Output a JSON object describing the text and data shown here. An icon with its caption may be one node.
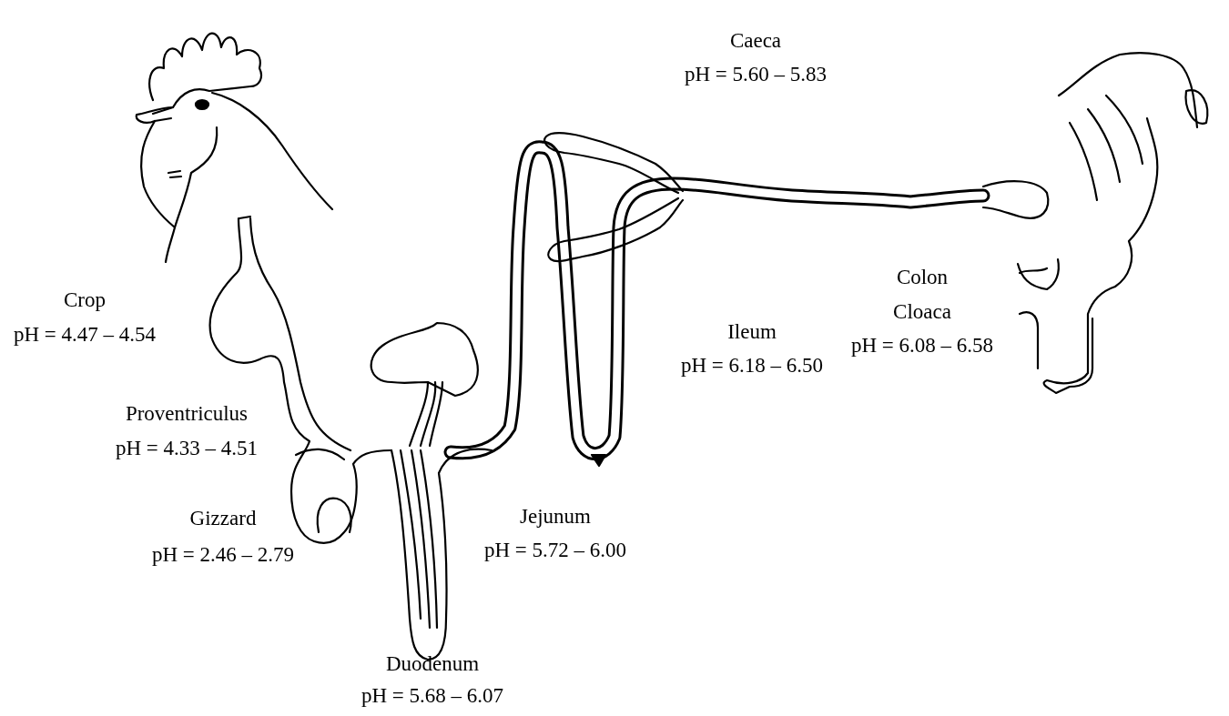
{
  "diagram": {
    "labels": [
      "Caeca",
      "pH = 5.60 – 5.83",
      "Crop",
      "pH = 4.47 – 4.54",
      "Colon",
      "Cloaca",
      "pH = 6.08 – 6.58",
      "Ileum",
      "pH = 6.18 – 6.50",
      "Proventriculus",
      "pH = 4.33 – 4.51",
      "Jejunum",
      "pH = 5.72 – 6.00",
      "Gizzard",
      "pH = 2.46 – 2.79",
      "Duodenum",
      "pH = 5.68 – 6.07"
    ]
  }
}
